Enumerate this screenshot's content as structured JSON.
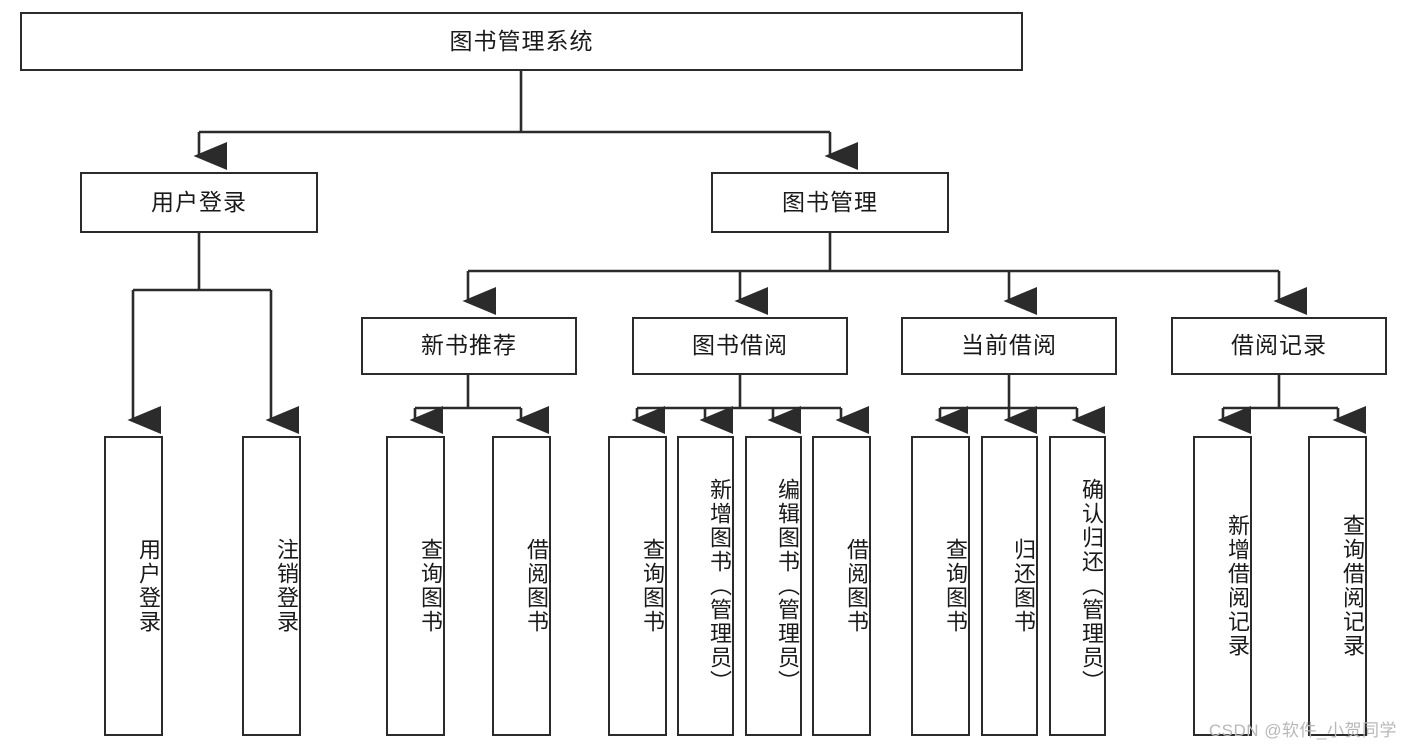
{
  "diagram": {
    "title": "图书管理系统",
    "type": "hierarchy-tree",
    "orientation": "top-down",
    "root": {
      "id": "root",
      "label": "图书管理系统"
    },
    "level2": [
      {
        "id": "user-login",
        "label": "用户登录"
      },
      {
        "id": "book-management",
        "label": "图书管理"
      }
    ],
    "level3": [
      {
        "id": "new-book-recommend",
        "label": "新书推荐",
        "parent": "book-management"
      },
      {
        "id": "book-borrow",
        "label": "图书借阅",
        "parent": "book-management"
      },
      {
        "id": "current-borrow",
        "label": "当前借阅",
        "parent": "book-management"
      },
      {
        "id": "borrow-record",
        "label": "借阅记录",
        "parent": "book-management"
      }
    ],
    "leaves": [
      {
        "id": "leaf-user-login",
        "label": "用户登录",
        "parent": "user-login"
      },
      {
        "id": "leaf-logout",
        "label": "注销登录",
        "parent": "user-login"
      },
      {
        "id": "leaf-query-book-1",
        "label": "查询图书",
        "parent": "new-book-recommend"
      },
      {
        "id": "leaf-borrow-book-1",
        "label": "借阅图书",
        "parent": "new-book-recommend"
      },
      {
        "id": "leaf-query-book-2",
        "label": "查询图书",
        "parent": "book-borrow"
      },
      {
        "id": "leaf-add-book",
        "label": "新增图书（管理员）",
        "parent": "book-borrow"
      },
      {
        "id": "leaf-edit-book",
        "label": "编辑图书（管理员）",
        "parent": "book-borrow"
      },
      {
        "id": "leaf-borrow-book-2",
        "label": "借阅图书",
        "parent": "book-borrow"
      },
      {
        "id": "leaf-query-book-3",
        "label": "查询图书",
        "parent": "current-borrow"
      },
      {
        "id": "leaf-return-book",
        "label": "归还图书",
        "parent": "current-borrow"
      },
      {
        "id": "leaf-confirm-return",
        "label": "确认归还（管理员）",
        "parent": "current-borrow"
      },
      {
        "id": "leaf-add-record",
        "label": "新增借阅记录",
        "parent": "borrow-record"
      },
      {
        "id": "leaf-query-record",
        "label": "查询借阅记录",
        "parent": "borrow-record"
      }
    ],
    "colors": {
      "stroke": "#2b2b2b",
      "fill": "#ffffff",
      "text": "#1a1a1a",
      "watermark": "#b8b8b8"
    }
  },
  "watermark": {
    "text": "CSDN @软件_小贺同学"
  }
}
